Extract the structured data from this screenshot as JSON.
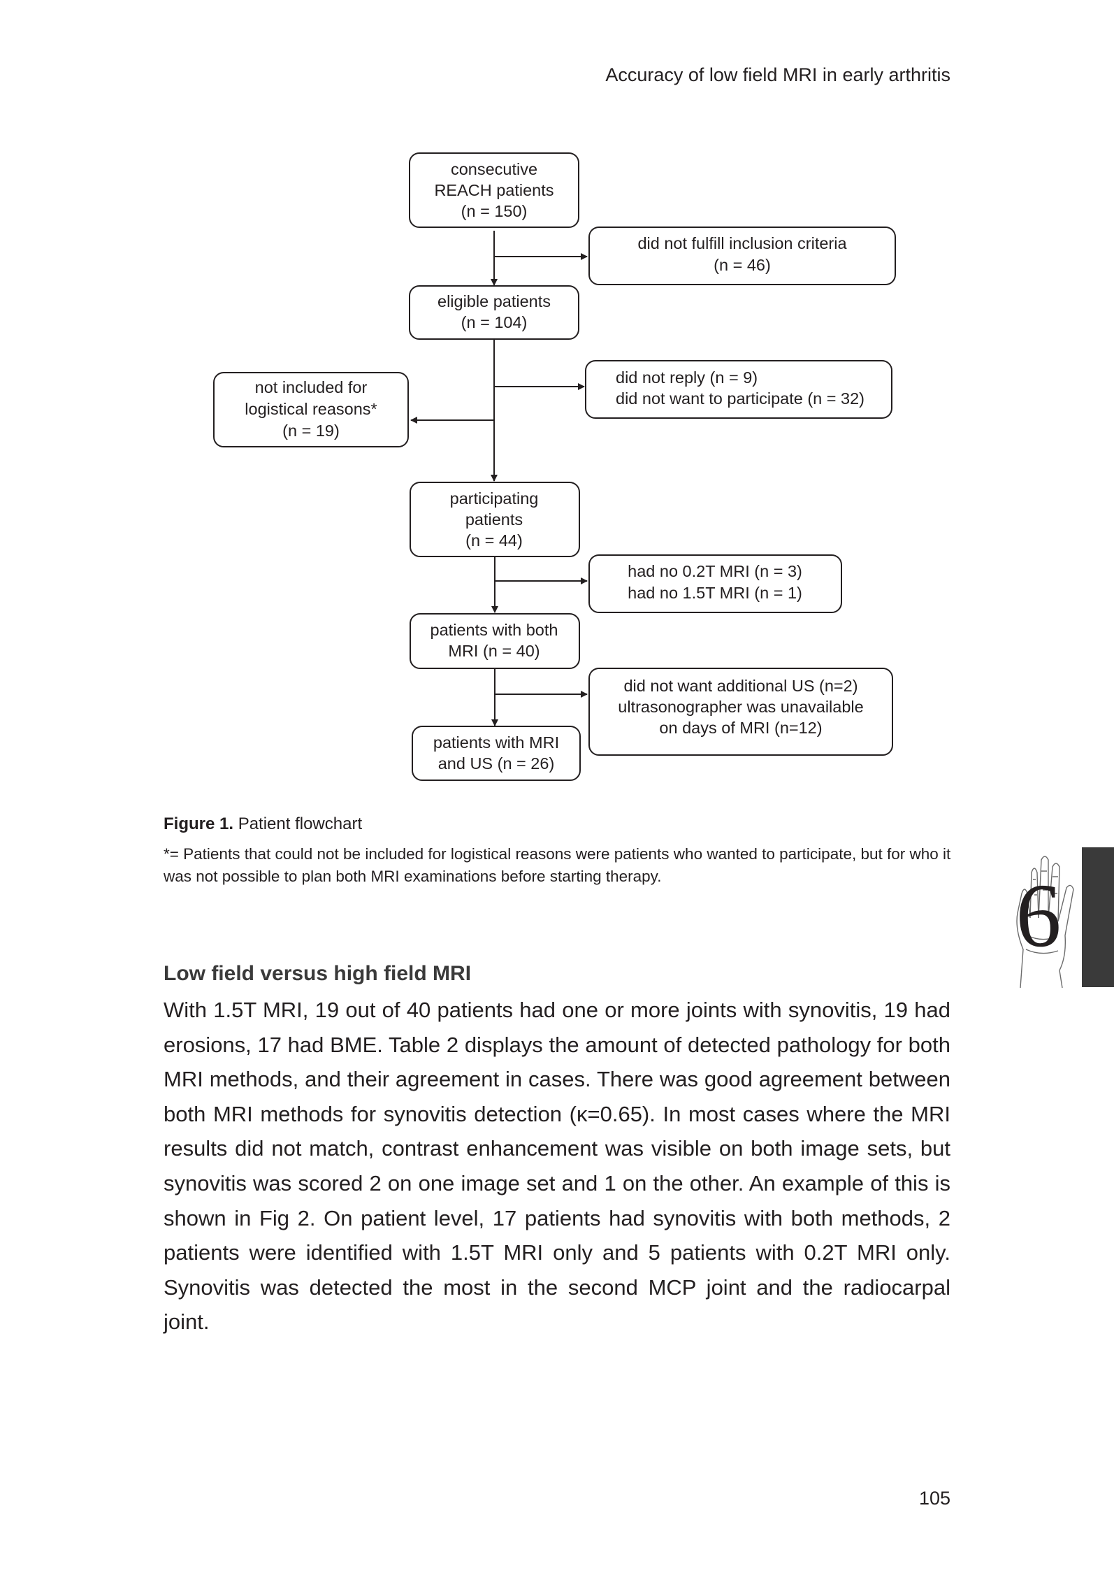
{
  "header": {
    "running_title": "Accuracy of low field MRI in early arthritis"
  },
  "flowchart": {
    "nodes": {
      "consecutive": [
        "consecutive",
        "REACH patients",
        "(n = 150)"
      ],
      "excl_criteria": [
        "did not fulfill inclusion criteria",
        "(n = 46)"
      ],
      "eligible": [
        "eligible patients",
        "(n = 104)"
      ],
      "no_reply": [
        "did not reply (n = 9)",
        "did not want to participate (n = 32)"
      ],
      "logistical": [
        "not included for",
        "logistical reasons*",
        "(n = 19)"
      ],
      "participating": [
        "participating",
        "patients",
        "(n = 44)"
      ],
      "no_mri": [
        "had no 0.2T MRI (n = 3)",
        "had no 1.5T MRI (n = 1)"
      ],
      "both_mri": [
        "patients with both",
        "MRI (n = 40)"
      ],
      "no_us": [
        "did not want additional US (n=2)",
        "ultrasonographer was unavailable",
        "on days of MRI (n=12)"
      ],
      "mri_us": [
        "patients with MRI",
        "and US (n = 26)"
      ]
    }
  },
  "figure": {
    "label": "Figure 1.",
    "caption": " Patient flowchart",
    "note": "*= Patients that could not be included for logistical reasons were patients who wanted to participate, but for who it was not possible to plan both MRI examinations before starting  therapy."
  },
  "section": {
    "heading": "Low field versus high field MRI",
    "paragraph": "With 1.5T MRI, 19 out of 40 patients had one or more joints with synovitis, 19 had erosions, 17 had BME. Table 2 displays the amount of detected pathology for both MRI methods, and their agreement in cases. There was good agreement between both MRI methods for synovitis detection (κ=0.65). In most cases where the MRI results did not match, contrast enhancement was visible on both image sets, but synovitis was scored 2 on one image set and 1 on the other. An example of this is shown in Fig 2. On patient level, 17 patients had synovitis with both methods, 2 patients were identified with 1.5T MRI only and 5 patients with 0.2T MRI only. Synovitis was detected the most in the second MCP joint and the radiocarpal joint."
  },
  "chapter": {
    "number": "6"
  },
  "page": {
    "number": "105"
  }
}
